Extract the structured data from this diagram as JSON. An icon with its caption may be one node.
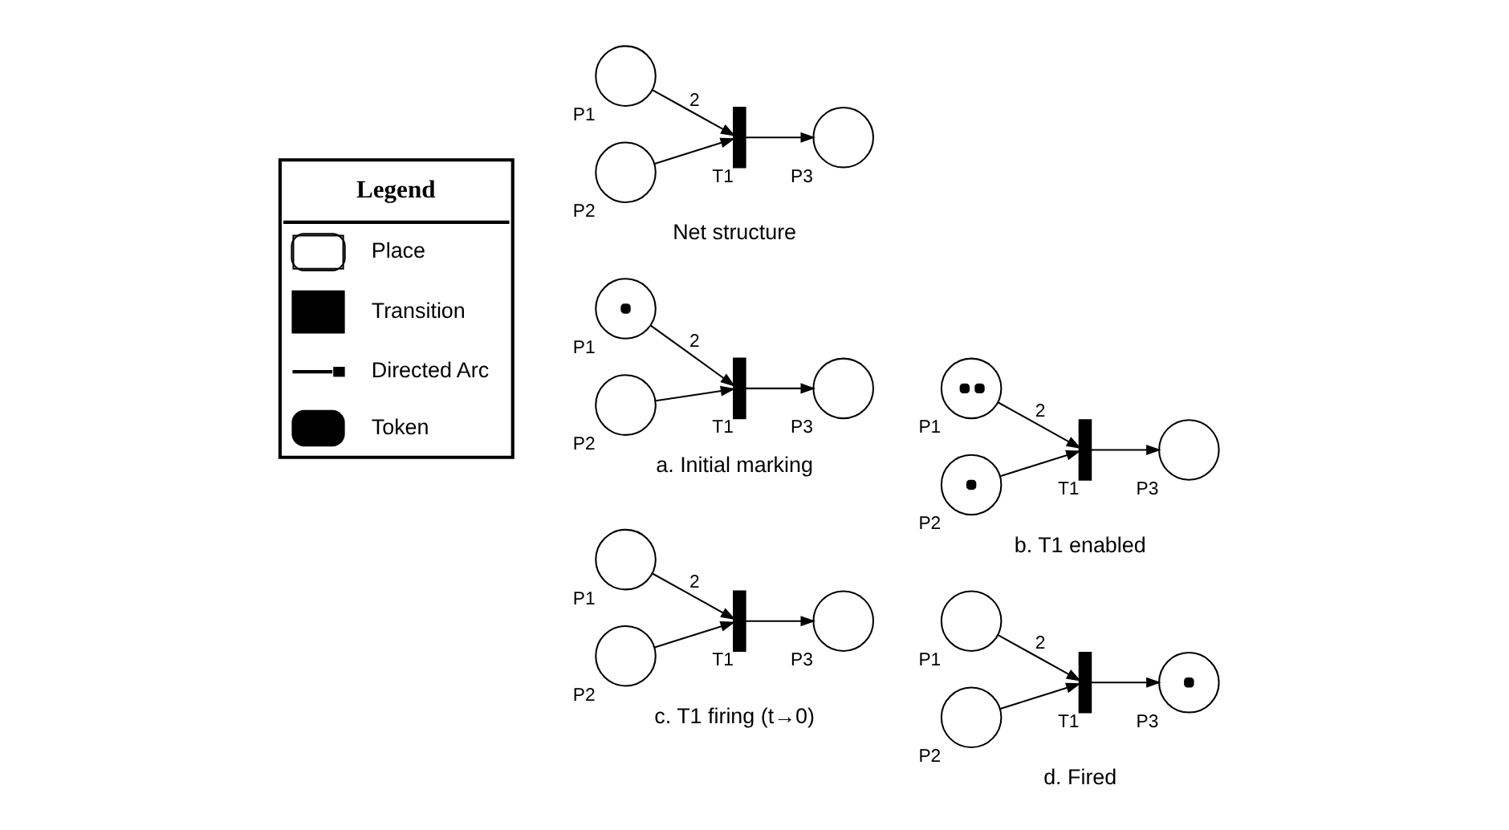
{
  "diagram": {
    "nodes": [
      {
        "text": [
          "P1"
        ]
      },
      {
        "text": [
          "P2"
        ]
      },
      {
        "text": [
          "T1"
        ]
      },
      {
        "text": [
          "P3"
        ]
      },
      {
        "text": [
          "P1"
        ]
      },
      {
        "text": [
          "P2"
        ]
      },
      {
        "text": [
          "T1"
        ]
      },
      {
        "text": [
          "P3"
        ]
      },
      {
        "text": [
          "P1"
        ]
      },
      {
        "text": [
          "P2"
        ]
      },
      {
        "text": [
          "T1"
        ]
      },
      {
        "text": [
          "P3"
        ]
      },
      {
        "text": [
          "P1"
        ]
      },
      {
        "text": [
          "P2"
        ]
      },
      {
        "text": [
          "T1"
        ]
      },
      {
        "text": [
          "P3"
        ]
      },
      {
        "text": [
          "P1"
        ]
      },
      {
        "text": [
          "P2"
        ]
      },
      {
        "text": [
          "T1"
        ]
      },
      {
        "text": [
          "P3"
        ]
      }
    ],
    "edges": [
      {
        "from": 0,
        "to": 2,
        "arrow": "to",
        "label": "2"
      },
      {
        "from": 1,
        "to": 2,
        "arrow": "to"
      },
      {
        "from": 2,
        "to": 3,
        "arrow": "to"
      },
      {
        "from": 4,
        "to": 6,
        "arrow": "to",
        "label": "2"
      },
      {
        "from": 5,
        "to": 6,
        "arrow": "to"
      },
      {
        "from": 6,
        "to": 7,
        "arrow": "to"
      },
      {
        "from": 8,
        "to": 10,
        "arrow": "to",
        "label": "2"
      },
      {
        "from": 9,
        "to": 10,
        "arrow": "to"
      },
      {
        "from": 10,
        "to": 11,
        "arrow": "to"
      },
      {
        "from": 12,
        "to": 14,
        "arrow": "to",
        "label": "2"
      },
      {
        "from": 13,
        "to": 14,
        "arrow": "to"
      },
      {
        "from": 14,
        "to": 15,
        "arrow": "to"
      },
      {
        "from": 16,
        "to": 18,
        "arrow": "to",
        "label": "2"
      },
      {
        "from": 17,
        "to": 18,
        "arrow": "to"
      },
      {
        "from": 18,
        "to": 19,
        "arrow": "to"
      }
    ],
    "labels": [
      "Net structure",
      "Legend",
      "a. Initial marking",
      "b. T1 enabled",
      "c. T1 firing (t→0)",
      "d. Fired"
    ],
    "legend": [
      {
        "text": "Place"
      },
      {
        "text": "Transition"
      },
      {
        "text": "Directed Arc"
      },
      {
        "text": "Token"
      }
    ]
  }
}
